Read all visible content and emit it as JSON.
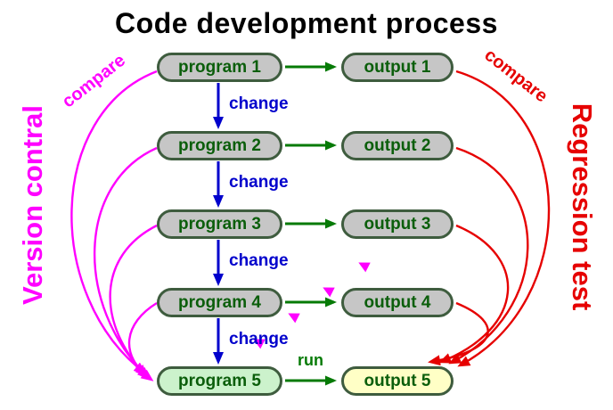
{
  "title": "Code development process",
  "left_axis_label": "Version contral",
  "right_axis_label": "Regression test",
  "labels": {
    "change": "change",
    "run": "run",
    "compare_left": "compare",
    "compare_right": "compare"
  },
  "rows": [
    {
      "program": "program 1",
      "output": "output 1"
    },
    {
      "program": "program 2",
      "output": "output 2"
    },
    {
      "program": "program 3",
      "output": "output 3"
    },
    {
      "program": "program 4",
      "output": "output 4"
    },
    {
      "program": "program 5",
      "output": "output 5"
    }
  ],
  "colors": {
    "magenta": "#ff00ff",
    "red": "#e60000",
    "blue": "#0000cc",
    "dark_green": "#0b5e0b",
    "box_border": "#3e5c3e",
    "box_gray": "#c6c6c6",
    "program5_fill": "#ccf2cc",
    "output5_fill": "#ffffc6"
  }
}
